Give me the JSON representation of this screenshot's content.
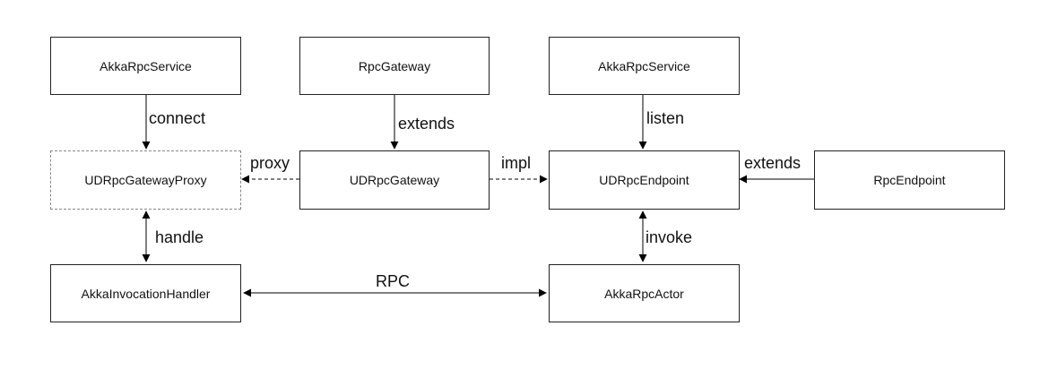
{
  "nodes": {
    "akka_rpc_service_left": "AkkaRpcService",
    "rpc_gateway": "RpcGateway",
    "akka_rpc_service_right": "AkkaRpcService",
    "ud_rpc_gateway_proxy": "UDRpcGatewayProxy",
    "ud_rpc_gateway": "UDRpcGateway",
    "ud_rpc_endpoint": "UDRpcEndpoint",
    "rpc_endpoint": "RpcEndpoint",
    "akka_invocation_handler": "AkkaInvocationHandler",
    "akka_rpc_actor": "AkkaRpcActor"
  },
  "edges": {
    "connect": "connect",
    "extends_gateway": "extends",
    "listen": "listen",
    "proxy": "proxy",
    "impl": "impl",
    "extends_endpoint": "extends",
    "handle": "handle",
    "invoke": "invoke",
    "rpc": "RPC"
  },
  "colors": {
    "line": "#000000",
    "dashed_border": "#888888"
  }
}
